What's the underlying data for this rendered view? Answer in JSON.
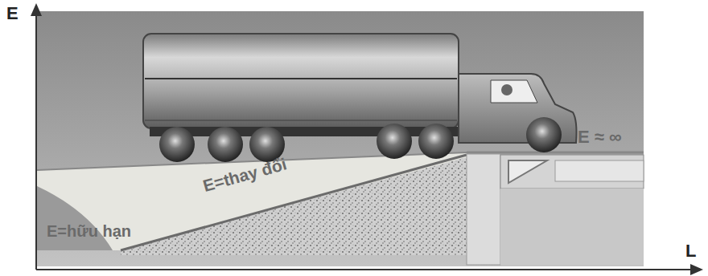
{
  "diagram": {
    "labels": [
      "E",
      "L",
      "E=hữu hạn",
      "E=thay đổi",
      "E ≈ ∞"
    ]
  }
}
